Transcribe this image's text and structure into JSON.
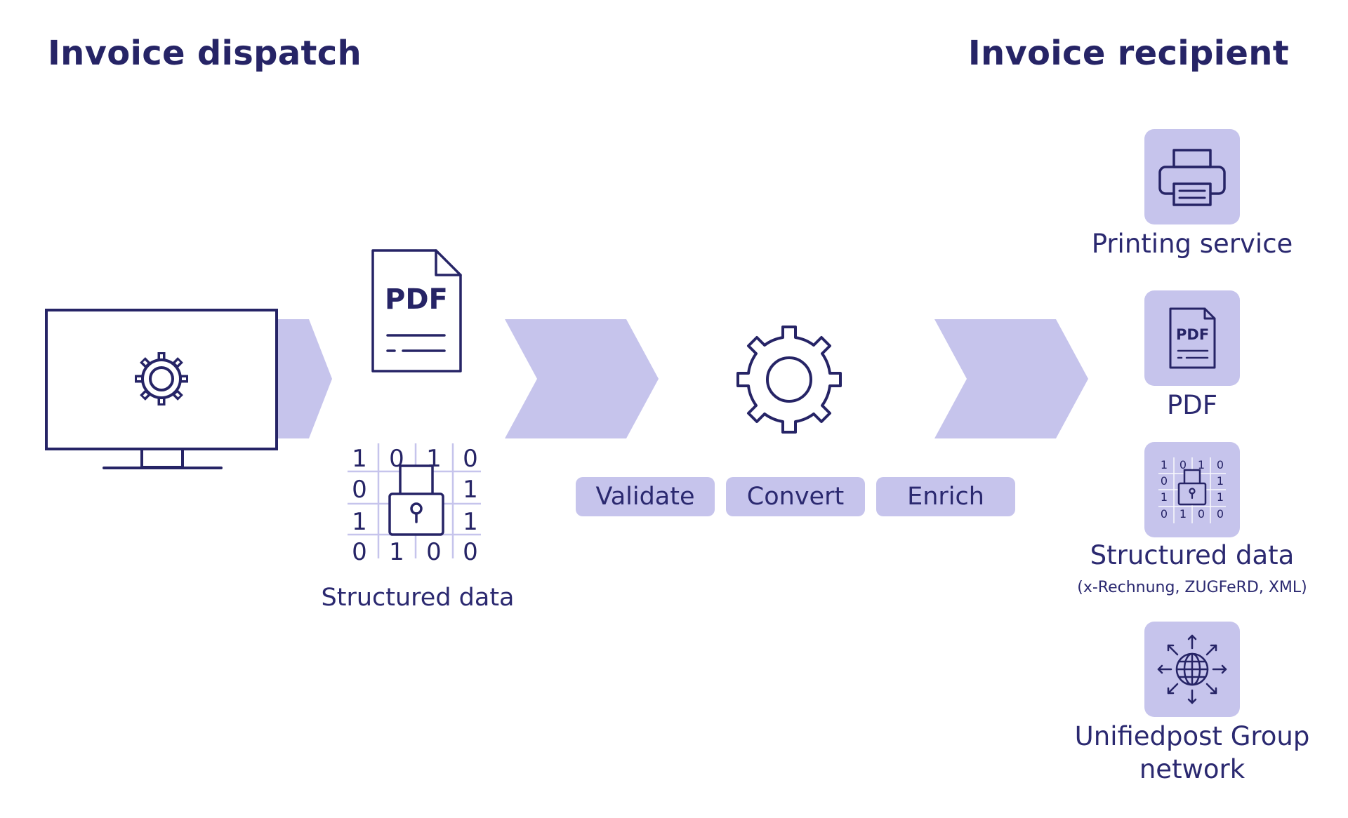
{
  "header": {
    "dispatch_title": "Invoice dispatch",
    "recipient_title": "Invoice recipient"
  },
  "sender": {
    "pdf_doc_label": "PDF",
    "structured_data_label": "Structured data",
    "binary_grid": [
      "1",
      "0",
      "1",
      "0",
      "0",
      "1",
      "1",
      "1",
      "0",
      "1",
      "0",
      "0"
    ]
  },
  "process": {
    "steps": [
      "Validate",
      "Convert",
      "Enrich"
    ]
  },
  "recipient": {
    "outputs": [
      {
        "label": "Printing service",
        "icon": "printer-icon"
      },
      {
        "label": "PDF",
        "icon": "pdf-document-icon",
        "icon_text": "PDF"
      },
      {
        "label": "Structured data",
        "sublabel": "(x-Rechnung, ZUGFeRD, XML)",
        "icon": "locked-data-icon"
      },
      {
        "label": "Unifiedpost Group",
        "label2": "network",
        "icon": "globe-network-icon"
      }
    ]
  },
  "colors": {
    "navy": "#262466",
    "lavender": "#c6c4ec"
  }
}
